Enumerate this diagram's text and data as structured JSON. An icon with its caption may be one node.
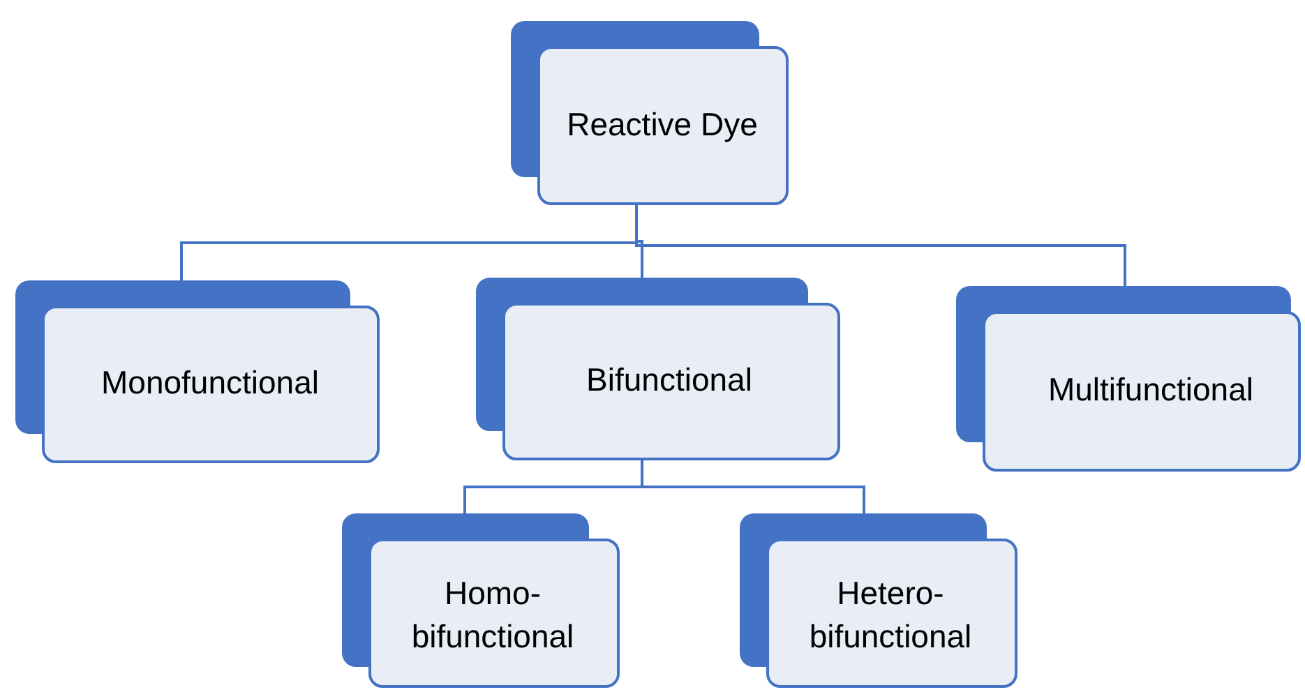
{
  "diagram": {
    "nodes": [
      {
        "text": [
          "Reactive Dye"
        ]
      },
      {
        "text": [
          "Monofunctional"
        ]
      },
      {
        "text": [
          "Bifunctional"
        ]
      },
      {
        "text": [
          "Multifunctional"
        ]
      },
      {
        "text": [
          "Homo-bifunctional"
        ]
      },
      {
        "text": [
          "Hetero-bifunctional"
        ]
      }
    ],
    "edges": [
      {
        "from": 0,
        "to": 1,
        "arrow": "none"
      },
      {
        "from": 0,
        "to": 2,
        "arrow": "none"
      },
      {
        "from": 0,
        "to": 3,
        "arrow": "none"
      },
      {
        "from": 2,
        "to": 4,
        "arrow": "none"
      },
      {
        "from": 2,
        "to": 5,
        "arrow": "none"
      }
    ]
  }
}
